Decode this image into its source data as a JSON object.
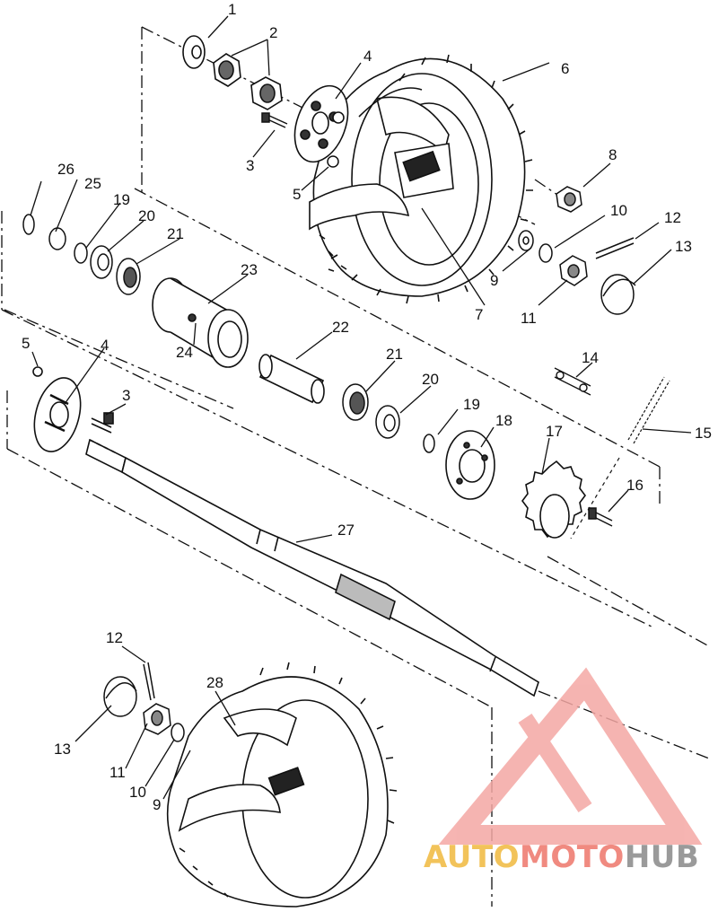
{
  "diagram": {
    "callouts": {
      "c1": "1",
      "c2": "2",
      "c3a": "3",
      "c4a": "4",
      "c5a": "5",
      "c6": "6",
      "c7": "7",
      "c8": "8",
      "c9a": "9",
      "c10a": "10",
      "c11a": "11",
      "c12a": "12",
      "c13a": "13",
      "c14": "14",
      "c15": "15",
      "c16": "16",
      "c17": "17",
      "c18": "18",
      "c19a": "19",
      "c20a": "20",
      "c21a": "21",
      "c22": "22",
      "c23": "23",
      "c24": "24",
      "c25": "25",
      "c26": "26",
      "c5b": "5",
      "c4b": "4",
      "c3b": "3",
      "c21b": "21",
      "c20b": "20",
      "c19b": "19",
      "c27": "27",
      "c12b": "12",
      "c28": "28",
      "c13b": "13",
      "c11b": "11",
      "c10b": "10",
      "c9b": "9"
    }
  },
  "watermark": {
    "part1": "AUTO",
    "part2": "MOTO",
    "part3": "HUB",
    "colors": {
      "part1": "#f2c35a",
      "part2": "#f08a80",
      "part3": "#9a9a9a",
      "triangle": "#f4a8a4"
    }
  }
}
